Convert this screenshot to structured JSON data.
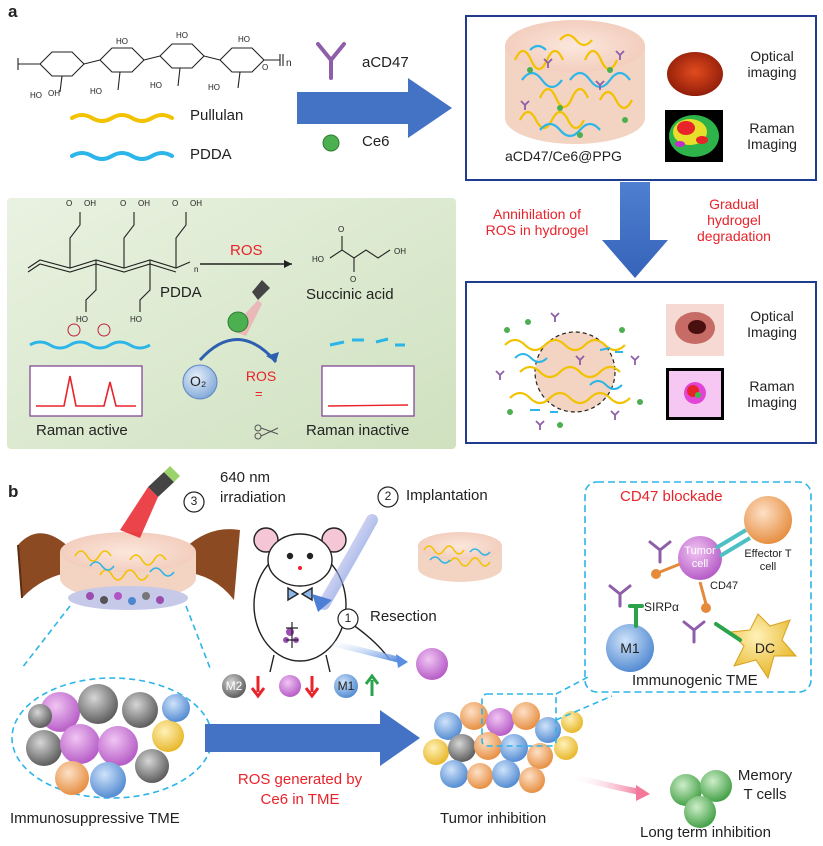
{
  "panel_a": {
    "letter": "a",
    "subscript_n": "n",
    "legend": {
      "pullulan": "Pullulan",
      "pdda": "PDDA",
      "acd47": "aCD47",
      "ce6": "Ce6"
    },
    "top_box": {
      "gel_label": "aCD47/Ce6@PPG",
      "optical": "Optical\nimaging",
      "raman": "Raman\nImaging"
    },
    "middle": {
      "annihilation": "Annihilation of\nROS in hydrogel",
      "degradation": "Gradual\nhydrogel\ndegradation"
    },
    "bottom_box": {
      "optical": "Optical\nImaging",
      "raman": "Raman\nImaging"
    },
    "mechanism": {
      "pdda_label": "PDDA",
      "ros_arrow": "ROS",
      "product": "Succinic acid",
      "o2": "O₂",
      "ros": "ROS",
      "raman_active": "Raman active",
      "raman_inactive": "Raman inactive"
    }
  },
  "panel_b": {
    "letter": "b",
    "step3_num": "3",
    "irradiation": "640 nm\nirradiation",
    "step2_num": "2",
    "implantation": "Implantation",
    "step1_num": "1",
    "resection": "Resection",
    "immunosuppressive": "Immunosuppressive TME",
    "m2": "M2",
    "m1": "M1",
    "ros_generated": "ROS generated by\nCe6 in TME",
    "tumor_inhibition": "Tumor inhibition",
    "memory": "Memory\nT cells",
    "long_term": "Long term inhibition",
    "inset": {
      "title": "CD47 blockade",
      "tumor_cell": "Tumor\ncell",
      "effector": "Effector T\ncell",
      "cd47": "CD47",
      "sirpa": "SIRPα",
      "m1": "M1",
      "dc": "DC",
      "footer": "Immunogenic TME"
    }
  },
  "colors": {
    "box_border": "#203c8f",
    "arrow_blue": "#4472c4",
    "accent_red": "#e8232a",
    "pullulan_yellow": "#f2c200",
    "pdda_cyan": "#2bb5e8",
    "antibody_purple": "#8e5ea8",
    "ce6_green": "#4caf50",
    "mechanism_bg": "#dbe8cf"
  }
}
